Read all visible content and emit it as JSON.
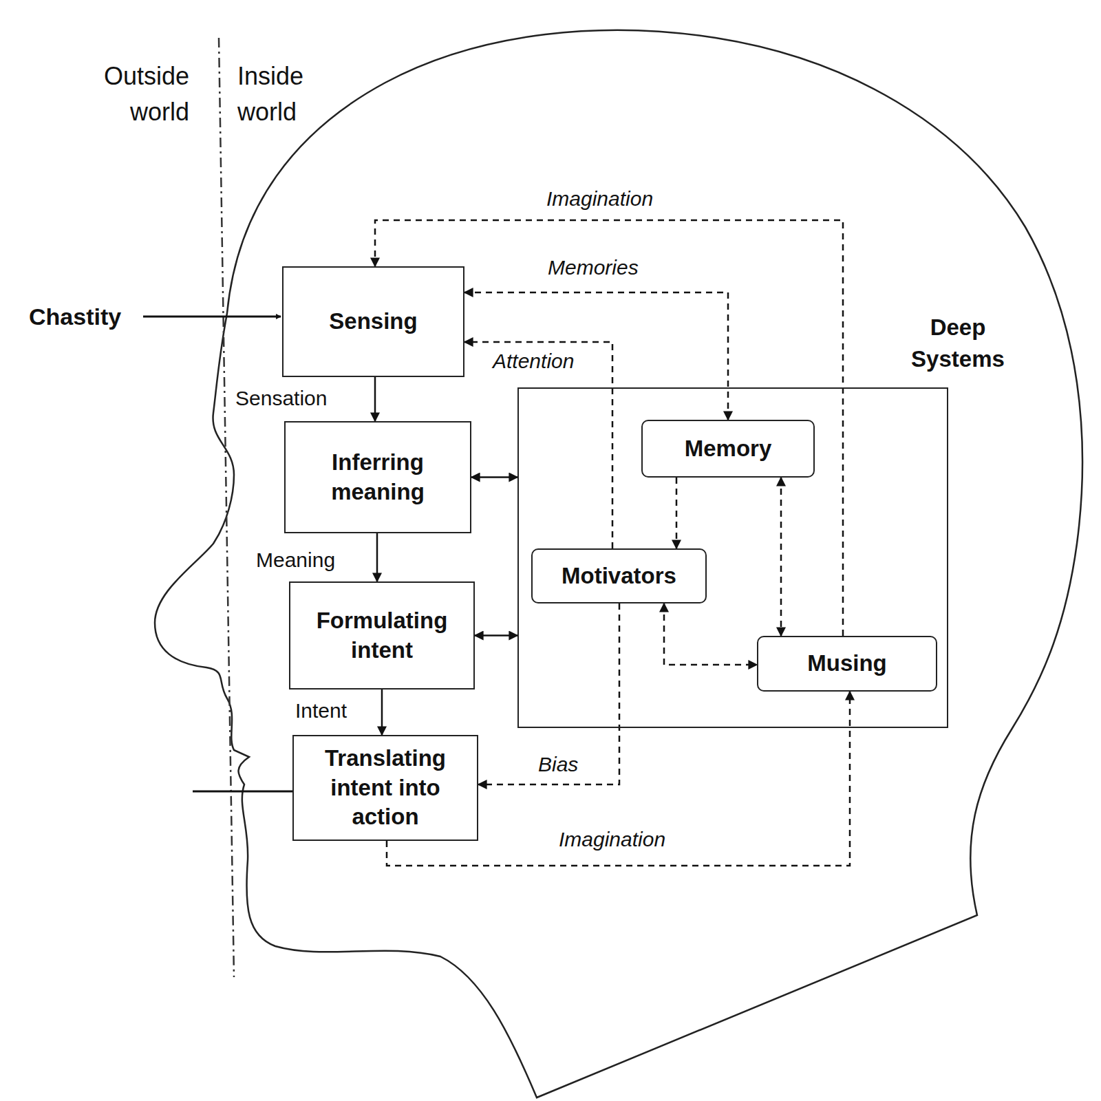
{
  "diagram": {
    "nodes": [
      {
        "text": [
          "Sensing"
        ]
      },
      {
        "text": [
          "Inferring meaning"
        ]
      },
      {
        "text": [
          "Formulating intent"
        ]
      },
      {
        "text": [
          "Translating intent into action"
        ]
      },
      {
        "text": [
          "Deep Systems"
        ]
      },
      {
        "text": [
          "Memory"
        ],
        "in": 4
      },
      {
        "text": [
          "Motivators"
        ],
        "in": 4
      },
      {
        "text": [
          "Musing"
        ],
        "in": 4
      }
    ],
    "edges": [
      {
        "from": 0,
        "to": 1,
        "label": "Sensation",
        "arrow": "to"
      },
      {
        "from": 1,
        "to": 2,
        "label": "Meaning",
        "arrow": "to"
      },
      {
        "from": 2,
        "to": 3,
        "label": "Intent",
        "arrow": "to"
      },
      {
        "from": 1,
        "to": 4,
        "arrow": "both"
      },
      {
        "from": 2,
        "to": 4,
        "arrow": "both"
      },
      {
        "from": 7,
        "to": 0,
        "label": "Imagination",
        "arrow": "to"
      },
      {
        "from": 5,
        "to": 0,
        "label": "Memories",
        "arrow": "both"
      },
      {
        "from": 6,
        "to": 0,
        "label": "Attention",
        "arrow": "to"
      },
      {
        "from": 5,
        "to": 6,
        "arrow": "to"
      },
      {
        "from": 5,
        "to": 7,
        "arrow": "both"
      },
      {
        "from": 6,
        "to": 7,
        "arrow": "both"
      },
      {
        "from": 6,
        "to": 3,
        "label": "Bias",
        "arrow": "to"
      },
      {
        "from": 3,
        "to": 7,
        "label": "Imagination",
        "arrow": "to"
      }
    ],
    "labels": [
      "Outside world",
      "Inside world",
      "Chastity"
    ]
  }
}
